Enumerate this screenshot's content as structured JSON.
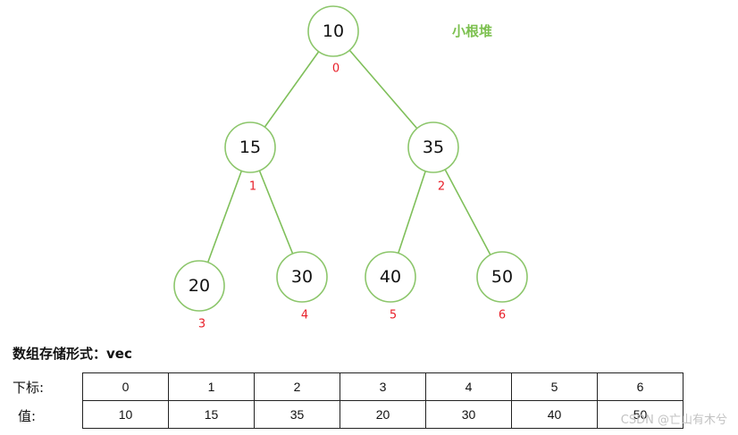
{
  "heap_title": "小根堆",
  "array_title": "数组存储形式：vec",
  "row_labels": {
    "index": "下标:",
    "value": "值:"
  },
  "nodes": [
    {
      "value": "10",
      "index": "0"
    },
    {
      "value": "15",
      "index": "1"
    },
    {
      "value": "35",
      "index": "2"
    },
    {
      "value": "20",
      "index": "3"
    },
    {
      "value": "30",
      "index": "4"
    },
    {
      "value": "40",
      "index": "5"
    },
    {
      "value": "50",
      "index": "6"
    }
  ],
  "array": {
    "indices": [
      "0",
      "1",
      "2",
      "3",
      "4",
      "5",
      "6"
    ],
    "values": [
      "10",
      "15",
      "35",
      "20",
      "30",
      "40",
      "50"
    ]
  },
  "watermark": "CSDN @亡山有木兮",
  "colors": {
    "node_stroke": "#8cc66b",
    "edge": "#7fbf5a",
    "index_text": "#e8202a",
    "title": "#7cc04f"
  }
}
